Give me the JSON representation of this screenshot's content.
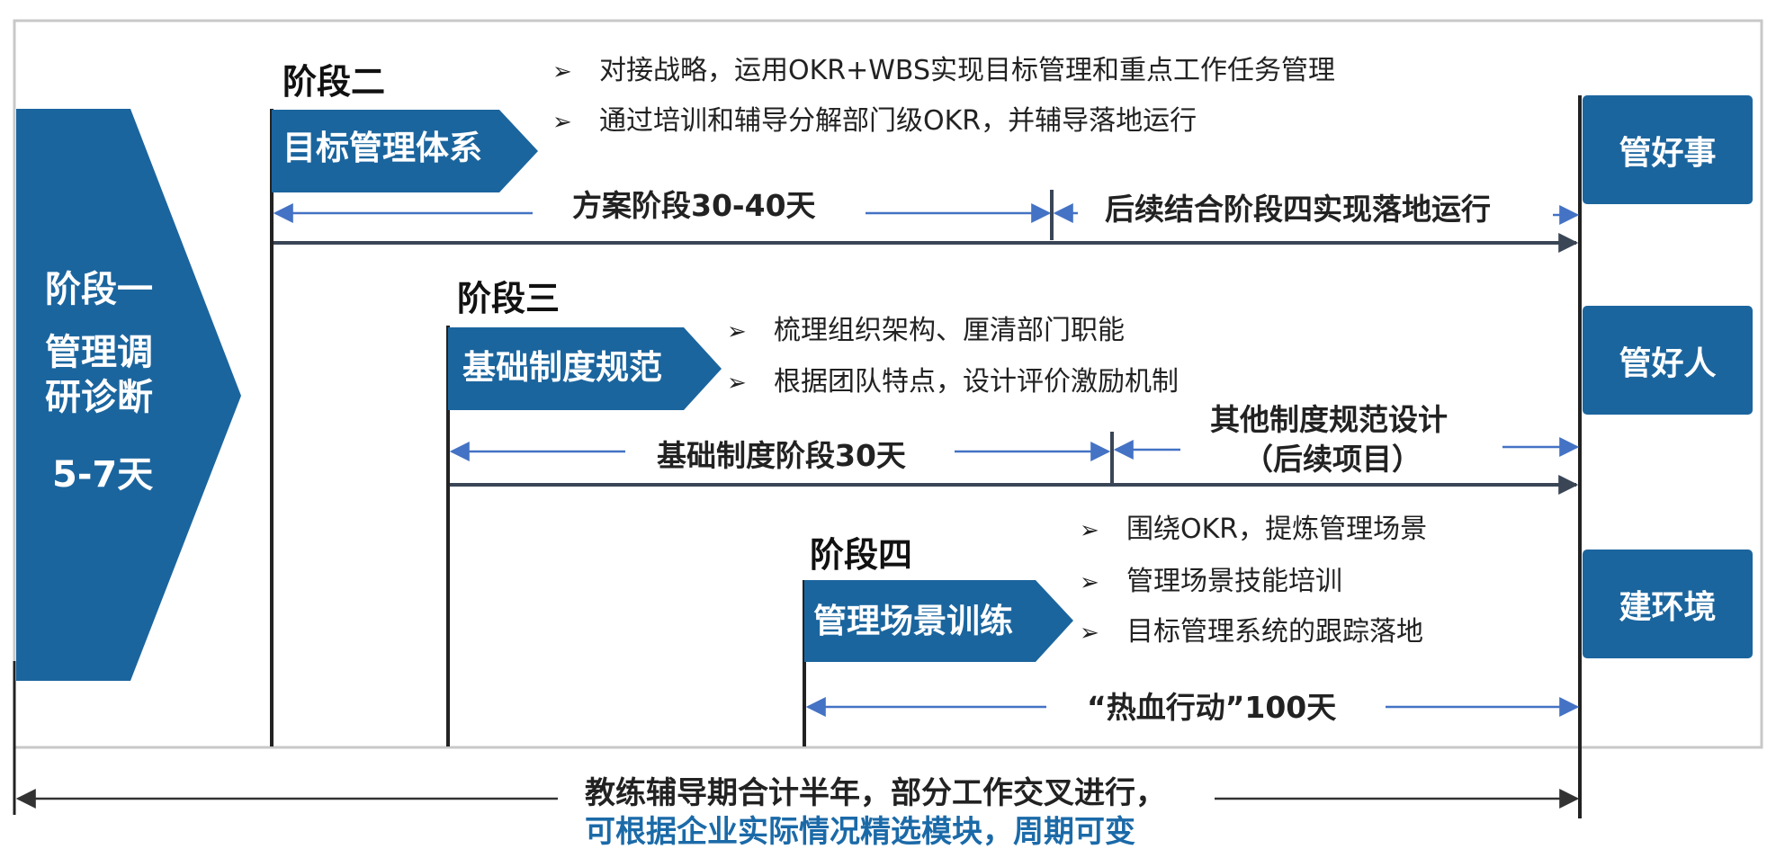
{
  "colors": {
    "primary_blue": "#1b659e",
    "arrow_blue": "#4472c4",
    "axis_dark": "#3a4656",
    "vertical_line": "#222222",
    "frame_gray": "#c8c8c8",
    "note_blue": "#1b6aa8"
  },
  "stage1": {
    "title": "阶段一",
    "subtitle_line1": "管理调",
    "subtitle_line2": "研诊断",
    "duration": "5-7天"
  },
  "stage2": {
    "title": "阶段二",
    "module": "目标管理体系",
    "bullets": [
      "对接战略，运用OKR+WBS实现目标管理和重点工作任务管理",
      "通过培训和辅导分解部门级OKR，并辅导落地运行"
    ],
    "phase_a": "方案阶段30-40天",
    "phase_b": "后续结合阶段四实现落地运行"
  },
  "stage3": {
    "title": "阶段三",
    "module": "基础制度规范",
    "bullets": [
      "梳理组织架构、厘清部门职能",
      "根据团队特点，设计评价激励机制"
    ],
    "phase_a": "基础制度阶段30天",
    "phase_b_line1": "其他制度规范设计",
    "phase_b_line2": "（后续项目）"
  },
  "stage4": {
    "title": "阶段四",
    "module": "管理场景训练",
    "bullets": [
      "围绕OKR，提炼管理场景",
      "管理场景技能培训",
      "目标管理系统的跟踪落地"
    ],
    "phase_a": "“热血行动”100天"
  },
  "outcomes": [
    "管好事",
    "管好人",
    "建环境"
  ],
  "footer": {
    "line1": "教练辅导期合计半年，部分工作交叉进行，",
    "line2": "可根据企业实际情况精选模块，周期可变"
  }
}
